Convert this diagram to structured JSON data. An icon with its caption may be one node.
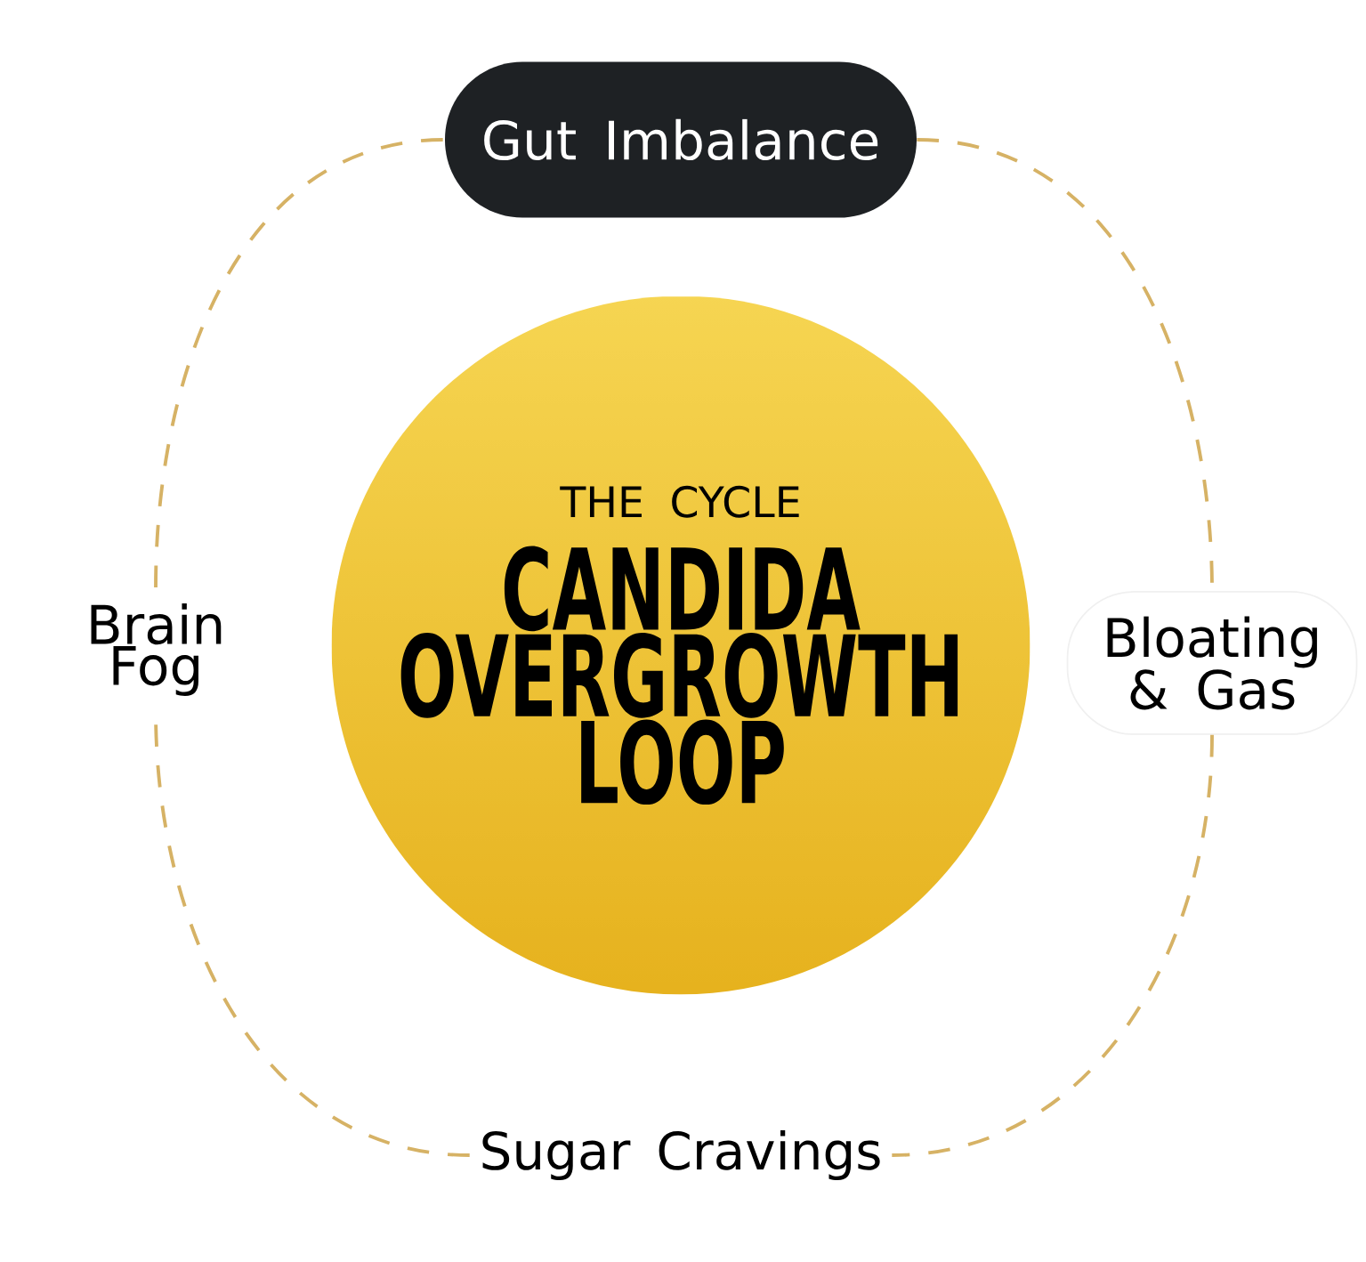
{
  "diagram": {
    "nodes": [
      {
        "text": [
          "THE CYCLE",
          "CANDIDA OVERGROWTH LOOP"
        ]
      },
      {
        "text": [
          "Gut Imbalance"
        ]
      },
      {
        "text": [
          "Bloating & Gas"
        ]
      },
      {
        "text": [
          "Sugar Cravings"
        ]
      },
      {
        "text": [
          "Brain Fog"
        ]
      }
    ],
    "edges": [
      {
        "from": 1,
        "to": 2,
        "arrow": "none",
        "style": "dashed"
      },
      {
        "from": 2,
        "to": 3,
        "arrow": "none",
        "style": "dashed"
      },
      {
        "from": 3,
        "to": 4,
        "arrow": "none",
        "style": "dashed"
      },
      {
        "from": 4,
        "to": 1,
        "arrow": "none",
        "style": "dashed"
      }
    ]
  }
}
